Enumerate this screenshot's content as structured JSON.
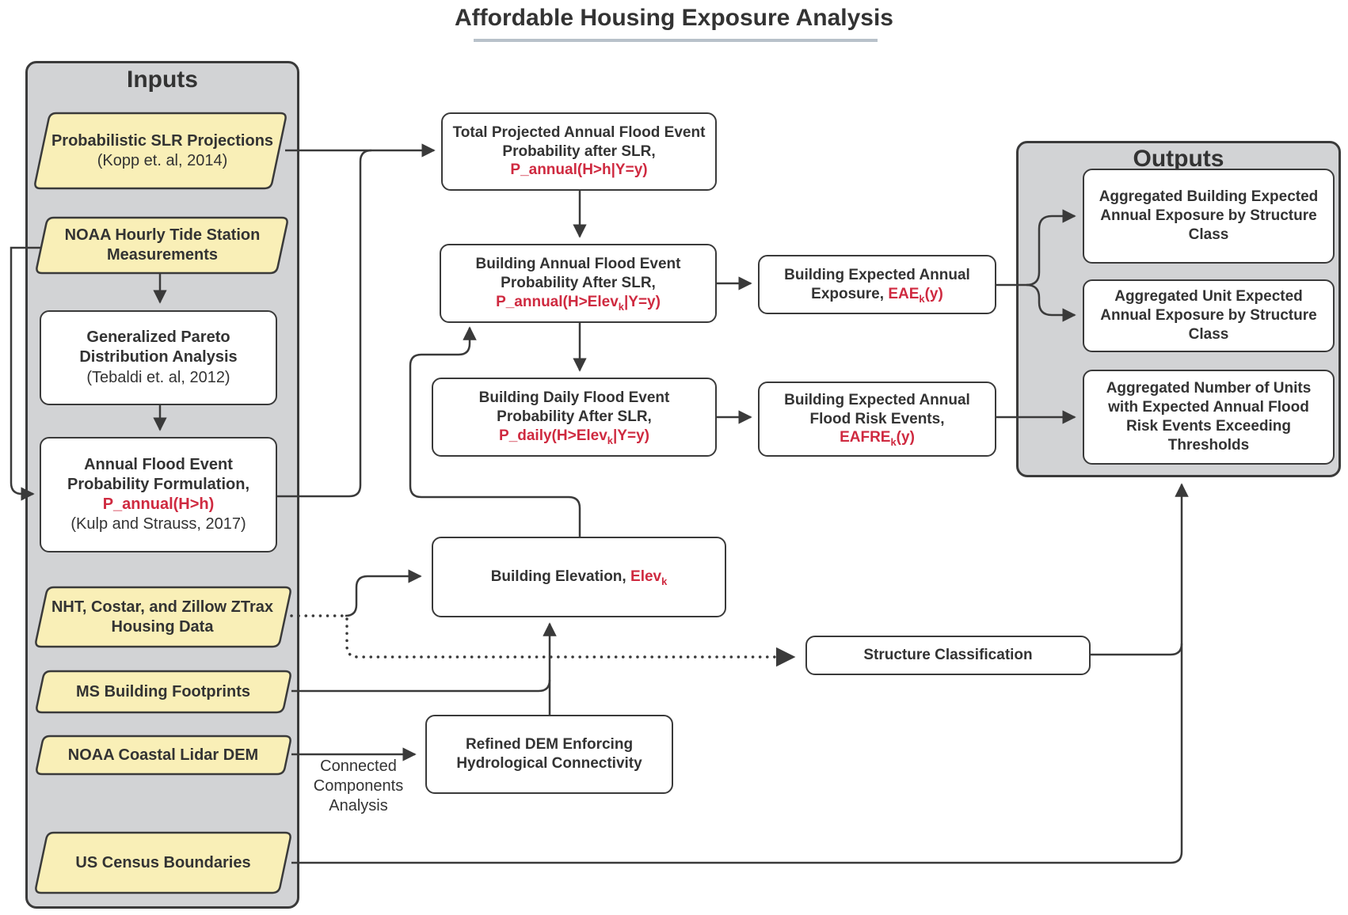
{
  "title": "Affordable Housing Exposure Analysis",
  "colors": {
    "ink": "#333333",
    "border": "#3a3a3a",
    "red": "#cf2a40",
    "panel": "#d2d3d5",
    "yellow": "#f9efb7",
    "underline": "#b8c1ca"
  },
  "inputs": {
    "panel_label": "Inputs",
    "slr": {
      "name": "Probabilistic SLR Projections",
      "citation": "(Kopp et. al, 2014)"
    },
    "noaa_tide": {
      "name": "NOAA Hourly Tide Station Measurements"
    },
    "pareto": {
      "name": "Generalized Pareto Distribution Analysis",
      "citation": "(Tebaldi et. al, 2012)"
    },
    "annual_flood": {
      "name": "Annual Flood Event Probability Formulation,",
      "formula": "P_annual(H>h)",
      "citation": "(Kulp and Strauss, 2017)"
    },
    "nht": {
      "name": "NHT, Costar, and Zillow ZTrax Housing Data"
    },
    "ms_footprints": {
      "name": "MS Building Footprints"
    },
    "noaa_lidar": {
      "name": "NOAA Coastal Lidar DEM"
    },
    "us_census": {
      "name": "US Census Boundaries"
    }
  },
  "process": {
    "total_projected": {
      "title": "Total Projected Annual Flood Event Probability after SLR,",
      "formula": "P_annual(H>h|Y=y)"
    },
    "building_annual": {
      "title": "Building Annual Flood Event Probability After SLR,",
      "formula_pre": "P_annual(H>Elev",
      "formula_sub": "k",
      "formula_post": "|Y=y)"
    },
    "building_daily": {
      "title": "Building Daily Flood Event Probability After SLR,",
      "formula_pre": "P_daily(H>Elev",
      "formula_sub": "k",
      "formula_post": "|Y=y)"
    },
    "eae": {
      "title": "Building Expected Annual Exposure,",
      "formula_pre": "EAE",
      "formula_sub": "k",
      "formula_post": "(y)"
    },
    "eafre": {
      "title": "Building Expected Annual Flood Risk Events,",
      "formula_pre": "EAFRE",
      "formula_sub": "k",
      "formula_post": "(y)"
    },
    "building_elevation": {
      "title": "Building Elevation,",
      "formula_pre": "Elev",
      "formula_sub": "k"
    },
    "structure_classification": {
      "title": "Structure Classification"
    },
    "refined_dem": {
      "title": "Refined DEM Enforcing Hydrological Connectivity"
    },
    "cca_label": "Connected Components Analysis"
  },
  "outputs": {
    "panel_label": "Outputs",
    "out1": {
      "title": "Aggregated Building Expected Annual Exposure by Structure Class"
    },
    "out2": {
      "title": "Aggregated Unit Expected Annual Exposure by Structure Class"
    },
    "out3": {
      "title": "Aggregated Number of Units with Expected Annual Flood Risk Events Exceeding Thresholds"
    }
  }
}
